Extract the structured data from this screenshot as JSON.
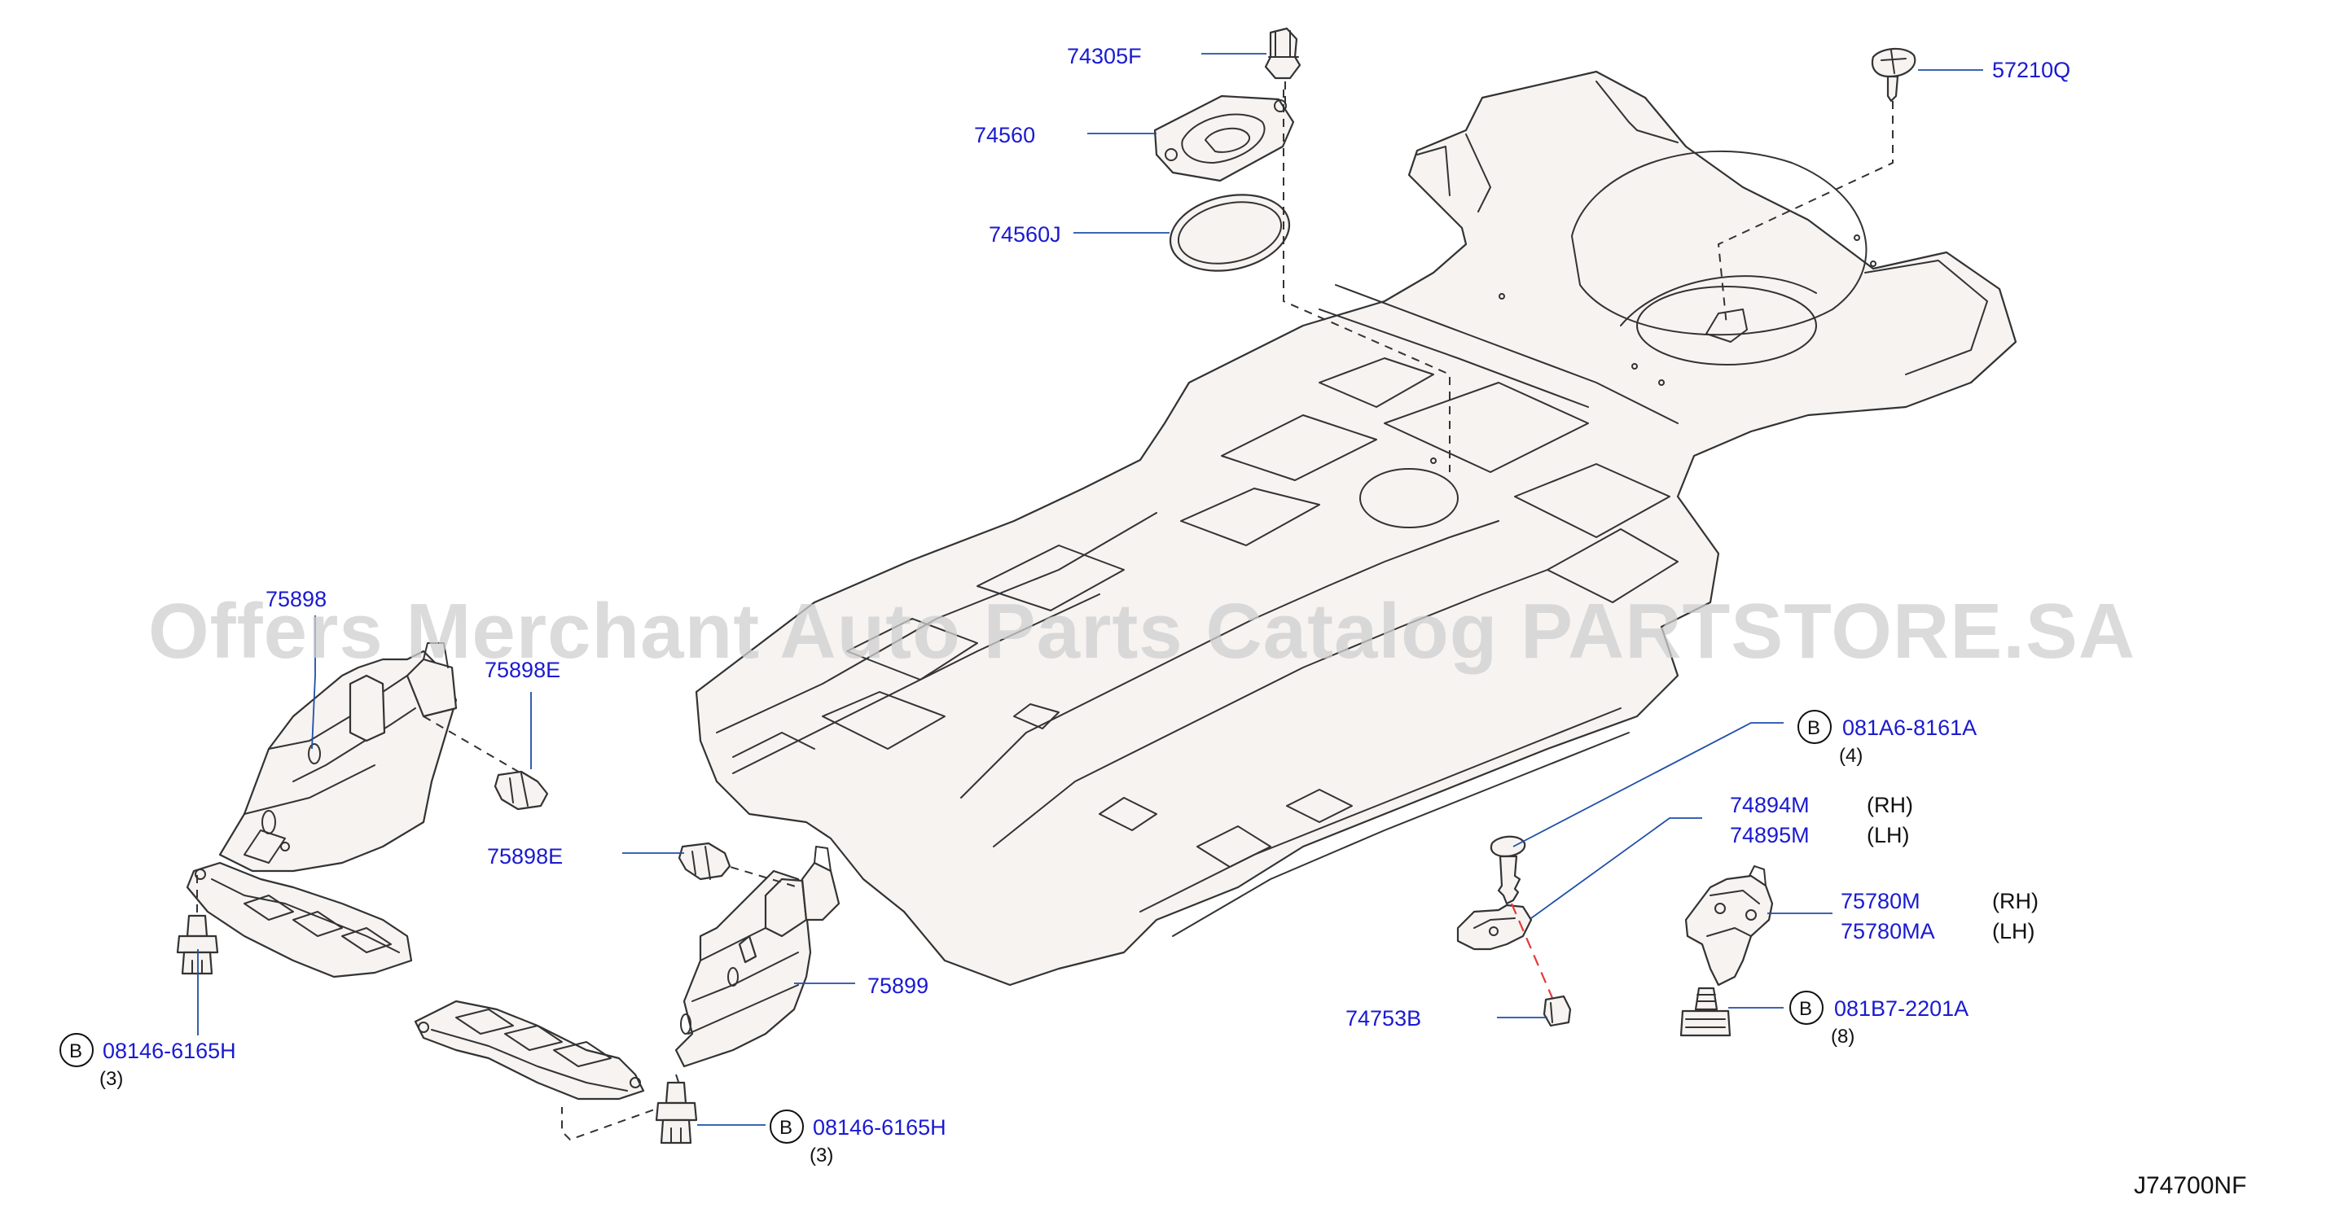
{
  "watermark": "Offers Merchant Auto Parts Catalog PARTSTORE.SA",
  "diagram_code": "J74700NF",
  "labels": {
    "p74305F": "74305F",
    "p74560": "74560",
    "p74560J": "74560J",
    "p57210Q": "57210Q",
    "p75898": "75898",
    "p75898E_a": "75898E",
    "p75898E_b": "75898E",
    "p75899": "75899",
    "p08146_left": "08146-6165H",
    "p08146_left_qty": "(3)",
    "p08146_mid": "08146-6165H",
    "p08146_mid_qty": "(3)",
    "p081A6": "081A6-8161A",
    "p081A6_qty": "(4)",
    "p74894M": "74894M",
    "p74894M_side": "(RH)",
    "p74895M": "74895M",
    "p74895M_side": "(LH)",
    "p74753B": "74753B",
    "p75780M": "75780M",
    "p75780M_side": "(RH)",
    "p75780MA": "75780MA",
    "p75780MA_side": "(LH)",
    "p081B7": "081B7-2201A",
    "p081B7_qty": "(8)"
  },
  "bolt_marker": "B"
}
